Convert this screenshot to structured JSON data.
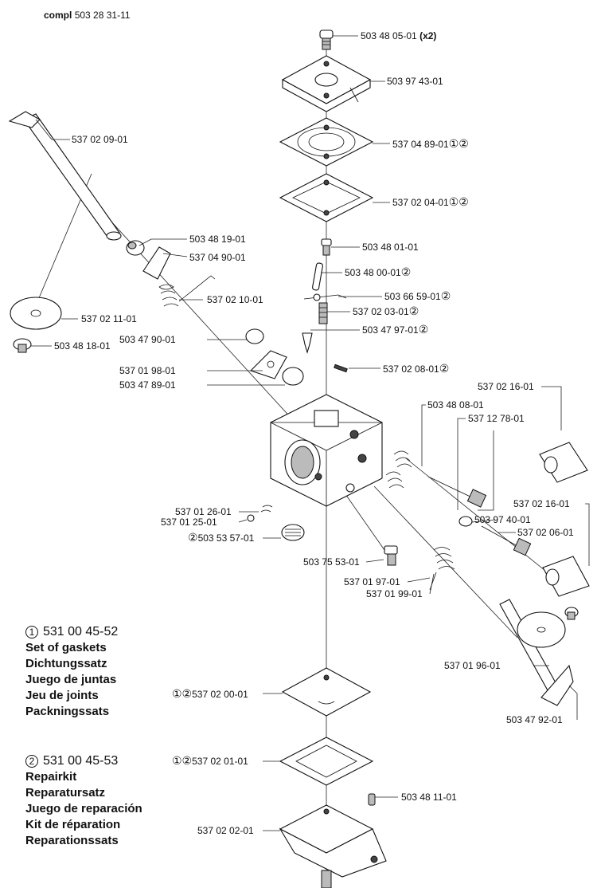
{
  "assembly": {
    "prefix": "compl",
    "number": "503 28 31-11"
  },
  "labels": [
    {
      "id": "l1",
      "text": "503 48 05-01",
      "suffix": "(x2)"
    },
    {
      "id": "l2",
      "text": "503 97 43-01"
    },
    {
      "id": "l3",
      "text": "537 04 89-01",
      "marks": "①②"
    },
    {
      "id": "l4",
      "text": "537 02 04-01",
      "marks": "①②"
    },
    {
      "id": "l5",
      "text": "537 02 09-01"
    },
    {
      "id": "l6",
      "text": "503 48 19-01"
    },
    {
      "id": "l7",
      "text": "537 04 90-01"
    },
    {
      "id": "l8",
      "text": "537 02 10-01"
    },
    {
      "id": "l9",
      "text": "503 48 01-01"
    },
    {
      "id": "l10",
      "text": "503 48 00-01",
      "marks": "②"
    },
    {
      "id": "l11",
      "text": "503 66 59-01",
      "marks": "②"
    },
    {
      "id": "l12",
      "text": "537 02 03-01",
      "marks": "②"
    },
    {
      "id": "l13",
      "text": "503 47 97-01",
      "marks": "②"
    },
    {
      "id": "l14",
      "text": "537 02 11-01"
    },
    {
      "id": "l15",
      "text": "503 48 18-01"
    },
    {
      "id": "l16",
      "text": "503 47 90-01"
    },
    {
      "id": "l17",
      "text": "537 02 08-01",
      "marks": "②"
    },
    {
      "id": "l18",
      "text": "537 01 98-01"
    },
    {
      "id": "l19",
      "text": "503 47 89-01"
    },
    {
      "id": "l20",
      "text": "537 02 16-01"
    },
    {
      "id": "l21",
      "text": "503 48 08-01"
    },
    {
      "id": "l22",
      "text": "537 12 78-01"
    },
    {
      "id": "l23",
      "text": "537 02 16-01"
    },
    {
      "id": "l24",
      "text": "537 01 26-01"
    },
    {
      "id": "l25",
      "text": "537 01 25-01"
    },
    {
      "id": "l26",
      "text": "503 97 40-01"
    },
    {
      "id": "l27",
      "text": "537 02 06-01"
    },
    {
      "id": "l28",
      "text": "503 53 57-01",
      "pre": "②"
    },
    {
      "id": "l29",
      "text": "503 75 53-01"
    },
    {
      "id": "l30",
      "text": "537 01 97-01"
    },
    {
      "id": "l31",
      "text": "537 01 99-01"
    },
    {
      "id": "l32",
      "text": "537 01 96-01"
    },
    {
      "id": "l33",
      "text": "537 02 00-01",
      "pre": "①②"
    },
    {
      "id": "l34",
      "text": "503 47 92-01"
    },
    {
      "id": "l35",
      "text": "537 02 01-01",
      "pre": "①②"
    },
    {
      "id": "l36",
      "text": "503 48 11-01"
    },
    {
      "id": "l37",
      "text": "537 02 02-01"
    }
  ],
  "kits": [
    {
      "mark": "1",
      "number": "531 00 45-52",
      "lines": [
        "Set of gaskets",
        "Dichtungssatz",
        "Juego de juntas",
        "Jeu de joints",
        "Packningssats"
      ]
    },
    {
      "mark": "2",
      "number": "531 00 45-53",
      "lines": [
        "Repairkit",
        "Reparatursatz",
        "Juego de reparación",
        "Kit de réparation",
        "Reparationssats"
      ]
    }
  ]
}
